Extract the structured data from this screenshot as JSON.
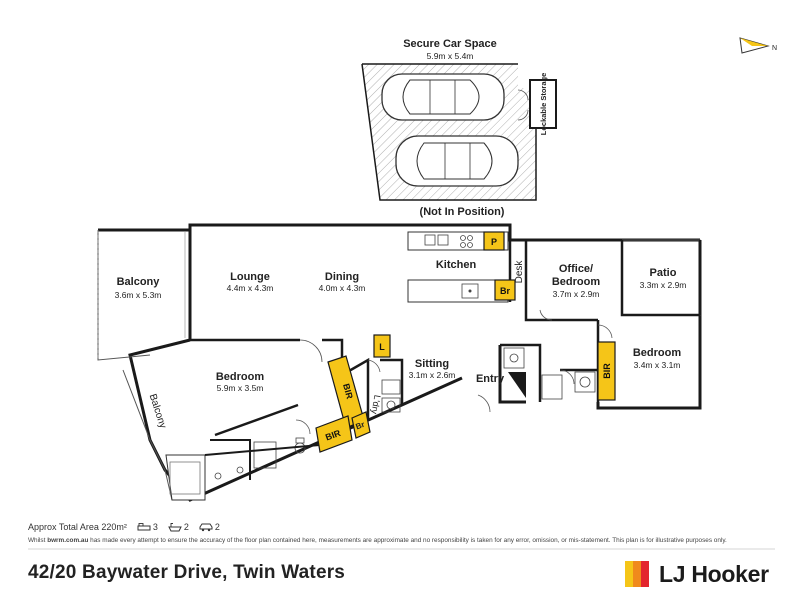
{
  "garage": {
    "title": "Secure Car Space",
    "dims": "5.9m x 5.4m",
    "note": "(Not In Position)",
    "storage": "Lockable Storage"
  },
  "rooms": {
    "balcony1": {
      "name": "Balcony",
      "dims": "3.6m x 5.3m"
    },
    "lounge": {
      "name": "Lounge",
      "dims": "4.4m x 4.3m"
    },
    "dining": {
      "name": "Dining",
      "dims": "4.0m x 4.3m"
    },
    "kitchen": {
      "name": "Kitchen"
    },
    "desk": {
      "name": "Desk"
    },
    "office": {
      "name": "Office/ Bedroom",
      "dims": "3.7m x 2.9m"
    },
    "patio": {
      "name": "Patio",
      "dims": "3.3m x 2.9m"
    },
    "bedroom1": {
      "name": "Bedroom",
      "dims": "5.9m x 3.5m"
    },
    "balcony2": {
      "name": "Balcony"
    },
    "sitting": {
      "name": "Sitting",
      "dims": "3.1m x 2.6m"
    },
    "entry": {
      "name": "Entry"
    },
    "bedroom2": {
      "name": "Bedroom",
      "dims": "3.4m x 3.1m"
    }
  },
  "tags": {
    "pantry": "P",
    "br_kitchen": "Br",
    "linen": "L",
    "bir1": "BIR",
    "bir2": "BIR",
    "br_hall": "Br",
    "bir3": "BIR",
    "laundry": "L'dry"
  },
  "footer": {
    "area_label": "Approx Total Area 220m²",
    "beds": "3",
    "baths": "2",
    "cars": "2",
    "disclaimer_pre": "Whilst ",
    "disclaimer_site": "bwrm.com.au",
    "disclaimer_post": " has made every attempt to ensure the accuracy of the floor plan contained here, measurements are approximate and no responsibility is taken for any error, omission, or mis-statement. This plan is for illustrative purposes only.",
    "address": "42/20 Baywater Drive, Twin Waters",
    "brand": "LJ Hooker"
  },
  "compass": {
    "label": "N"
  },
  "colors": {
    "accent": "#f5c518",
    "wall": "#1a1a1a",
    "logo_stripes": [
      "#f5c518",
      "#f08a1c",
      "#e3262e"
    ]
  }
}
